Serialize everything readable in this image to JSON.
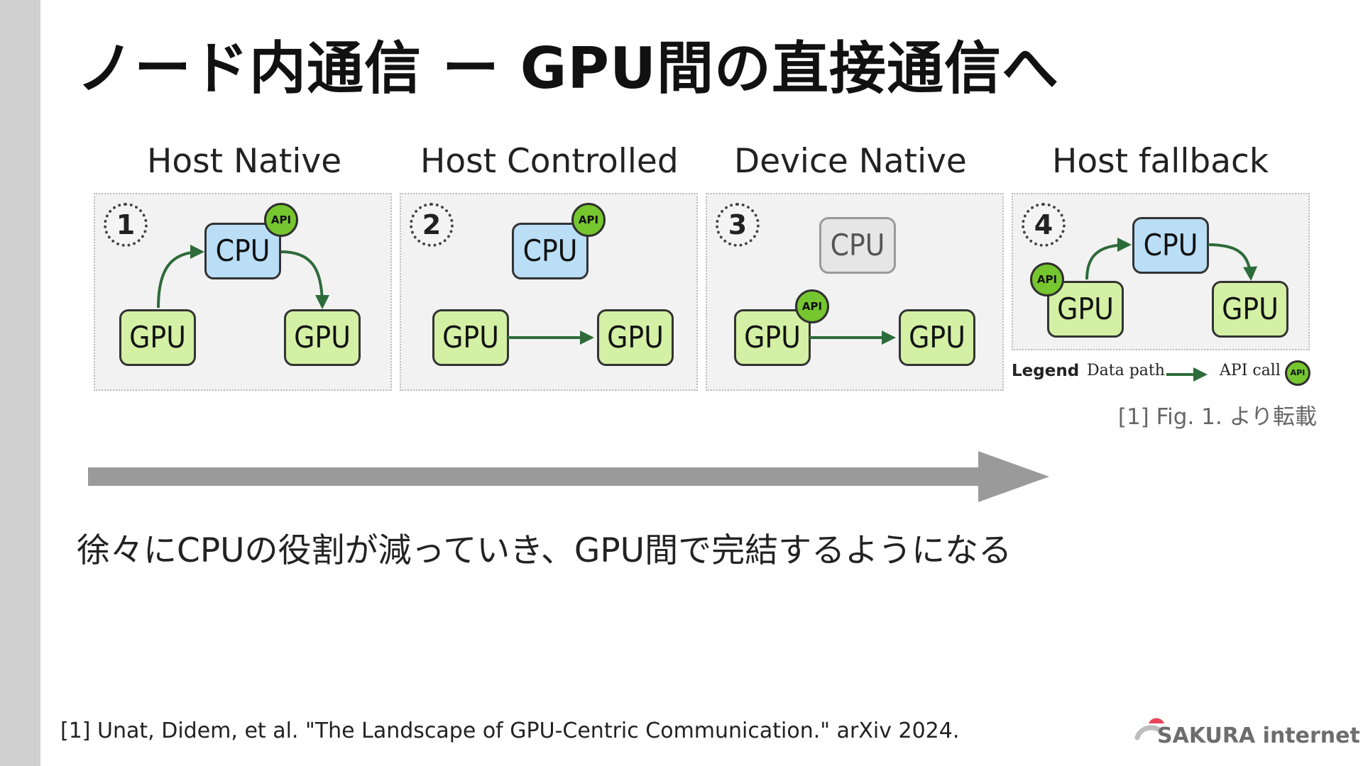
{
  "title": "ノード内通信 ー GPU間の直接通信へ",
  "figure": {
    "panels": [
      {
        "title": "Host Native",
        "number": "1",
        "cpu_label": "CPU",
        "gpu_left_label": "GPU",
        "gpu_right_label": "GPU",
        "api_badge": "API"
      },
      {
        "title": "Host Controlled",
        "number": "2",
        "cpu_label": "CPU",
        "gpu_left_label": "GPU",
        "gpu_right_label": "GPU",
        "api_badge": "API"
      },
      {
        "title": "Device Native",
        "number": "3",
        "cpu_label": "CPU",
        "gpu_left_label": "GPU",
        "gpu_right_label": "GPU",
        "api_badge": "API"
      },
      {
        "title": "Host fallback",
        "number": "4",
        "cpu_label": "CPU",
        "gpu_left_label": "GPU",
        "gpu_right_label": "GPU",
        "api_badge": "API"
      }
    ],
    "legend": {
      "heading": "Legend",
      "data_path": "Data path",
      "api_call": "API call",
      "api_badge": "API"
    },
    "source_note": "[1] Fig. 1. より転載",
    "colors": {
      "gpu_fill": "#d3f0a4",
      "cpu_fill": "#b9def6",
      "cpu_inactive_fill": "#e6e6e6",
      "api_badge": "#76c62f",
      "arrow": "#2e6b3a",
      "panel_bg": "#f2f2f2",
      "progress_arrow": "#9a9a9a"
    }
  },
  "subtitle": "徐々にCPUの役割が減っていき、GPU間で完結するようになる",
  "citation": "[1] Unat, Didem, et al. \"The Landscape of GPU-Centric Communication.\" arXiv 2024.",
  "logo": {
    "text": "SAKURA internet",
    "icon": "sakura-logo-icon"
  }
}
